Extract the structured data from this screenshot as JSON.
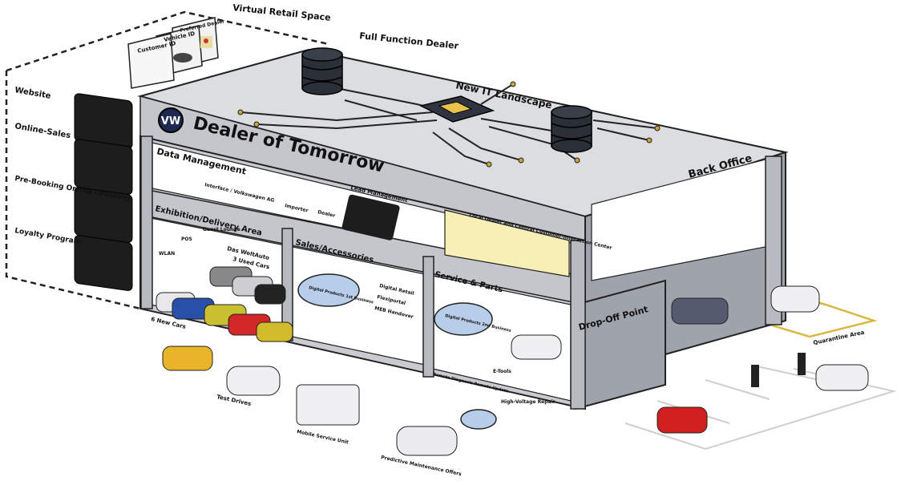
{
  "diagram": {
    "title": "Dealer of Tomorrow",
    "brand_logo": "vw-logo",
    "top_labels": {
      "virtual_retail_space": "Virtual Retail Space",
      "full_function_dealer": "Full Function Dealer",
      "new_it_landscape": "New IT Landscape"
    },
    "id_cards": [
      "Customer ID",
      "Vehicle ID",
      "Preferred Dealer"
    ],
    "virtual_channels": [
      {
        "label": "Website",
        "icon": "tablet-icon"
      },
      {
        "label": "Online-Sales",
        "icon": "tablet-icon"
      },
      {
        "label": "Pre-Booking Online Ordering",
        "icon": "tablet-icon"
      },
      {
        "label": "Loyalty Program",
        "icon": "tablet-icon"
      }
    ],
    "sections": {
      "data_management": {
        "label": "Data Management",
        "items": [
          "Interface / Volkswagen AG",
          "Importer",
          "Dealer"
        ]
      },
      "lead_management": "Lead Management",
      "call_center": "Local Dealer and Central Customer-Interaction Center",
      "back_office": "Back Office",
      "exhibition": {
        "label": "Exhibition/Delivery Area",
        "items": [
          "WLAN",
          "POS",
          "Guest Lounge",
          "Das WeltAuto",
          "3 Used Cars",
          "6 New Cars"
        ]
      },
      "sales": {
        "label": "Sales/Accessories",
        "cloud": "Digital Products 1st Business",
        "items": [
          "Digital Retail",
          "Flexiportal",
          "MEB Handover"
        ]
      },
      "service": {
        "label": "Service & Parts",
        "cloud": "Digital Products 2nd Business",
        "items": [
          "Remote Diagnosis Remote Update",
          "E-Tools",
          "High-Voltage Repair"
        ]
      },
      "drop_off": "Drop-Off Point",
      "quarantine": "Quarantine Area"
    },
    "outside": {
      "test_drives": "Test Drives",
      "mobile_service": "Mobile Service Unit",
      "predictive_maintenance": "Predictive Maintenance Offers"
    },
    "colors": {
      "building": "#c9cbd0",
      "roof": "#dcdde0",
      "cloud": "#b8cdea",
      "circuit_dot": "#c9a43a",
      "quarantine_line": "#d9b840",
      "call_center_bg": "#f7efb6"
    }
  }
}
